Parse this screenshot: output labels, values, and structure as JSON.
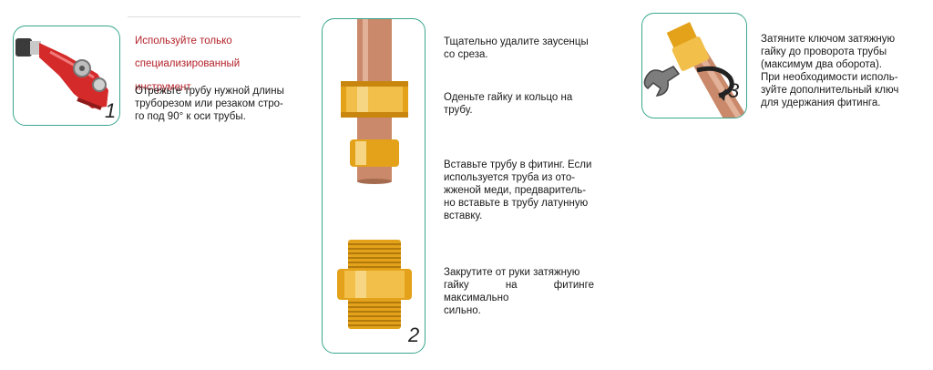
{
  "step1": {
    "number": "1",
    "warning": [
      "Используйте только",
      "специализированный",
      "инструмент"
    ],
    "lines": [
      "Отрежьте трубу нужной длины",
      "труборезом или резаком стро-",
      "го под 90° к оси трубы."
    ]
  },
  "step2": {
    "number": "2",
    "instructions": [
      [
        "Тщательно удалите заусенцы",
        "со среза."
      ],
      [
        "Оденьте гайку и кольцо на",
        "трубу."
      ],
      [
        "Вставьте трубу в фитинг. Если",
        "используется труба из ото-",
        "жженой меди, предваритель-",
        "но вставьте в трубу латунную",
        "вставку."
      ],
      [
        "Закрутите от руки затяжную",
        "гайку на фитинге максимально",
        "сильно."
      ]
    ]
  },
  "step3": {
    "number": "3",
    "lines": [
      "Затяните ключом затяжную",
      "гайку до проворота трубы",
      "(максимум два оборота).",
      "При необходимости исполь-",
      "зуйте дополнительный ключ",
      "для удержания фитинга."
    ]
  },
  "colors": {
    "frame": "#3aa68e",
    "warning": "#b3222a",
    "brass": "#e3a21a",
    "copper": "#c9896a"
  },
  "icons": [
    "pipe-cutter-icon",
    "pipe-nut-ring-icon",
    "fitting-icon",
    "wrench-icon",
    "rotation-arrow-icon"
  ]
}
